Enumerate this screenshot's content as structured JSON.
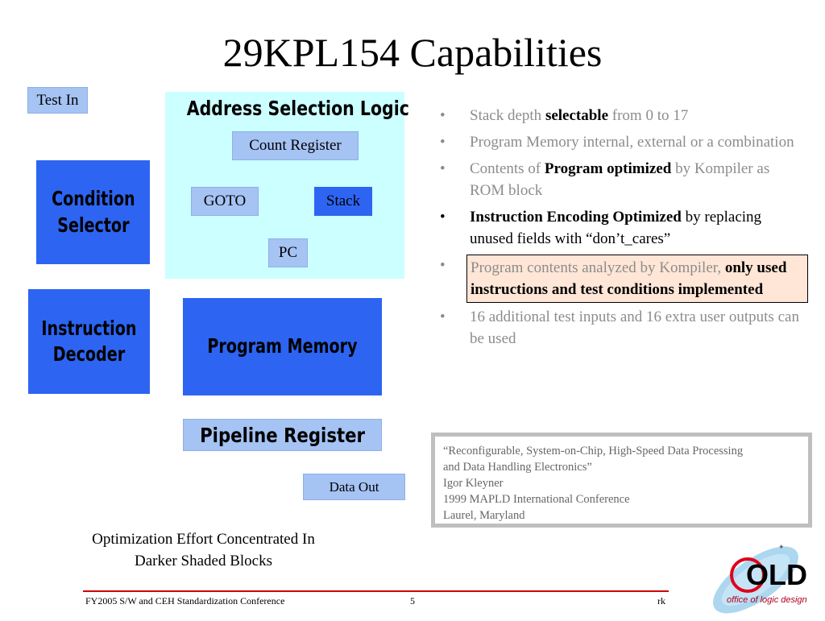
{
  "slide": {
    "title": "29KPL154 Capabilities"
  },
  "diagram": {
    "test_in": "Test In",
    "address_selection": "Address Selection Logic",
    "count_register": "Count Register",
    "goto": "GOTO",
    "stack": "Stack",
    "pc": "PC",
    "condition_selector": [
      "Condition",
      "Selector"
    ],
    "instruction_decoder": [
      "Instruction",
      "Decoder"
    ],
    "program_memory": "Program Memory",
    "pipeline_register": "Pipeline Register",
    "data_out": "Data Out"
  },
  "bullets": {
    "b1": {
      "pre": "Stack depth ",
      "bold": "selectable",
      "post": " from 0 to 17"
    },
    "b2": {
      "text": "Program Memory internal, external or a combination"
    },
    "b3": {
      "pre": "Contents of ",
      "bold": "Program optimized",
      "post": " by Kompiler as ROM block"
    },
    "b4": {
      "bold": "Instruction Encoding Optimized",
      "post": " by replacing unused fields with “don’t_cares”"
    },
    "b5": {
      "pre": "Program contents  analyzed by Kompiler, ",
      "bold": "only used instructions and test conditions implemented"
    },
    "b6": {
      "text": "16 additional test inputs and 16 extra user outputs can be used"
    },
    "bullet_char": "•"
  },
  "quote": {
    "line1": "“Reconfigurable, System-on-Chip, High-Speed Data Processing",
    "line2": "and Data Handling Electronics”",
    "line3": "Igor Kleyner",
    "line4": "1999 MAPLD International Conference",
    "line5": "Laurel, Maryland"
  },
  "note": {
    "line1": "Optimization Effort Concentrated In",
    "line2": "Darker Shaded Blocks"
  },
  "footer": {
    "conference": "FY2005 S/W and CEH Standardization Conference",
    "page": "5",
    "author": "rk"
  },
  "logo": {
    "text": "office of logic design",
    "mark": "OLD",
    "icon": "old-logo-icon"
  },
  "colors": {
    "dark_block": "#2d65f2",
    "light_block": "#a5c3f3",
    "address_panel": "#ccffff",
    "footer_rule": "#cc0000"
  }
}
